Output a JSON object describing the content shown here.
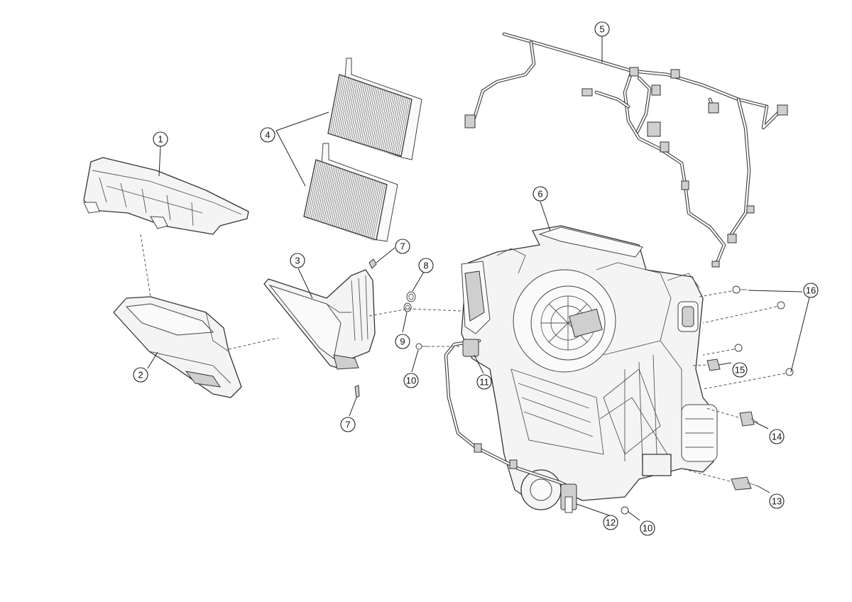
{
  "callouts": [
    {
      "id": "c1",
      "label": "1"
    },
    {
      "id": "c2",
      "label": "2"
    },
    {
      "id": "c3",
      "label": "3"
    },
    {
      "id": "c4",
      "label": "4"
    },
    {
      "id": "c5",
      "label": "5"
    },
    {
      "id": "c6",
      "label": "6"
    },
    {
      "id": "c7a",
      "label": "7"
    },
    {
      "id": "c7b",
      "label": "7"
    },
    {
      "id": "c8",
      "label": "8"
    },
    {
      "id": "c9",
      "label": "9"
    },
    {
      "id": "c10a",
      "label": "10"
    },
    {
      "id": "c10b",
      "label": "10"
    },
    {
      "id": "c11",
      "label": "11"
    },
    {
      "id": "c12",
      "label": "12"
    },
    {
      "id": "c13",
      "label": "13"
    },
    {
      "id": "c14",
      "label": "14"
    },
    {
      "id": "c15",
      "label": "15"
    },
    {
      "id": "c16",
      "label": "16"
    }
  ]
}
